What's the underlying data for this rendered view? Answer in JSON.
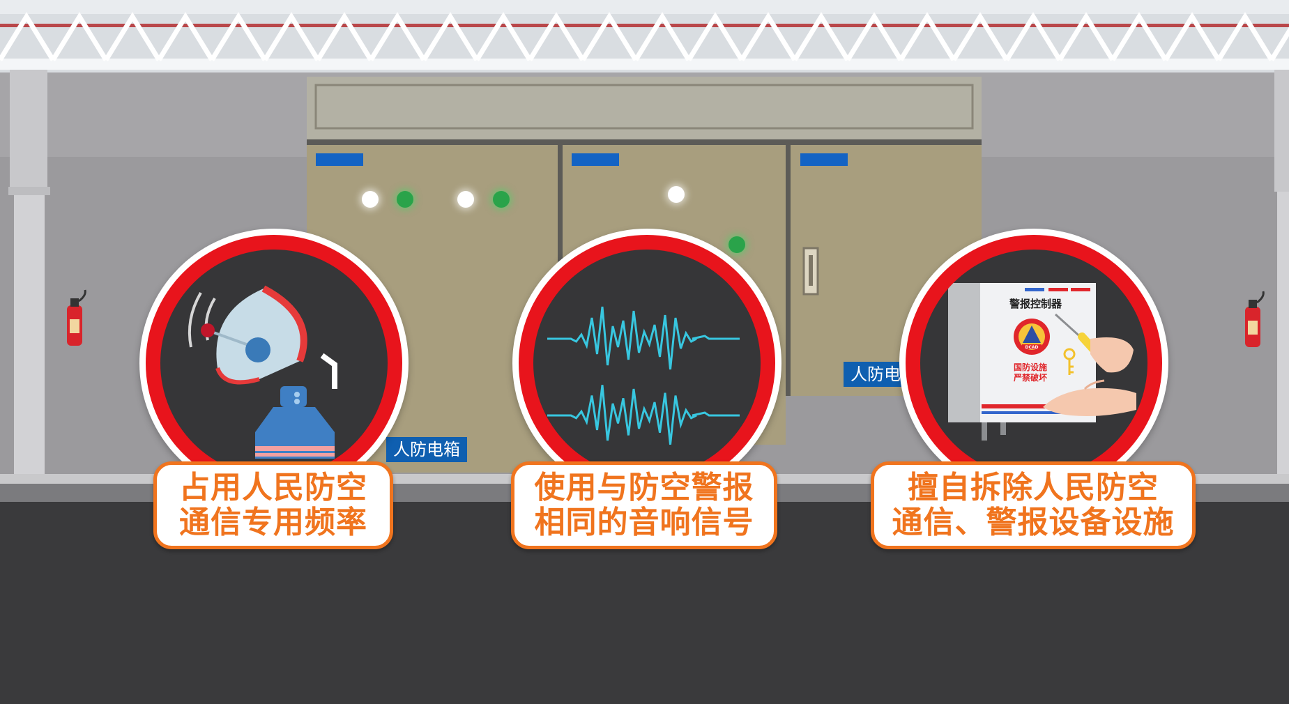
{
  "cabinet": {
    "label_center": "人防电箱",
    "label_right": "人防电"
  },
  "panels": [
    {
      "caption": [
        "占用人民防空",
        "通信专用频率"
      ]
    },
    {
      "caption": [
        "使用与防空警报",
        "相同的音响信号"
      ]
    },
    {
      "caption": [
        "擅自拆除人民防空",
        "通信、警报设备设施"
      ],
      "device": {
        "title": "警报控制器",
        "emblem": "DCAD",
        "warning": [
          "国防设施",
          "严禁破坏"
        ]
      }
    }
  ],
  "colors": {
    "accent_orange": "#f0741e",
    "ring_red": "#e8141c",
    "sign_blue": "#0f5fb0",
    "wave_cyan": "#38c7e0"
  }
}
